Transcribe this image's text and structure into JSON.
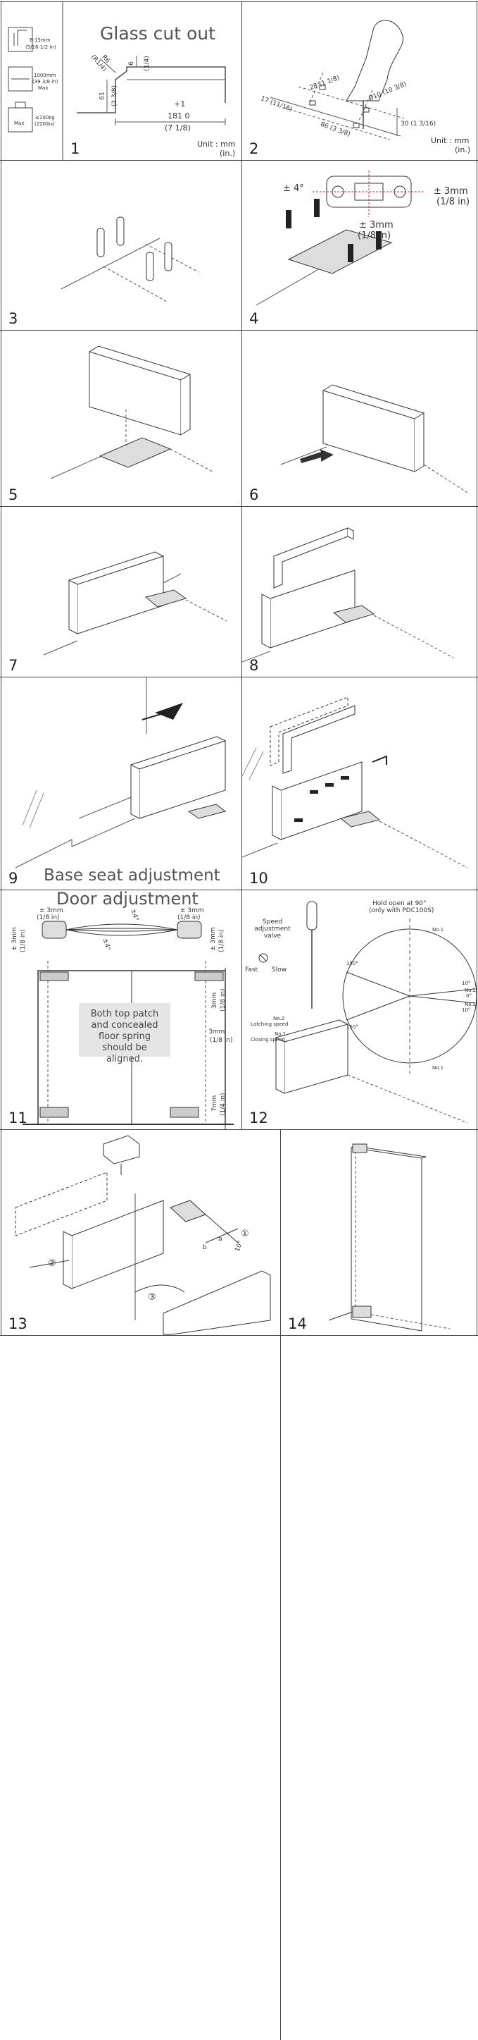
{
  "panels": {
    "p1": {
      "number": "1",
      "title": "Glass cut out",
      "glass_thickness": "8-13mm",
      "glass_thickness_in": "(5/16-1/2 in)",
      "door_width": "1000mm",
      "door_width_in": "(39 3/8 in)",
      "door_width_max": "Max",
      "weight_max_tag": "Max",
      "weight": "≤100kg",
      "weight_lbs": "(220lbs)",
      "dim_r": "R6",
      "dim_r_in": "(R1/4)",
      "dim_6": "6",
      "dim_6_in": "(1/4)",
      "dim_61": "61",
      "dim_61_in": "(2 3/8)",
      "dim_plus1": "+1",
      "dim_181": "181 0",
      "dim_181_in": "(7 1/8)",
      "unit": "Unit : mm",
      "unit_in": "(in.)"
    },
    "p2": {
      "number": "2",
      "dim_28": "28 (1 1/8)",
      "dim_d10": "Ø10 (10 3/8)",
      "dim_17": "17 (11/16)",
      "dim_86": "86 (3 3/8)",
      "dim_30": "30 (1 3/16)",
      "unit": "Unit : mm",
      "unit_in": "(in.)"
    },
    "p3": {
      "number": "3"
    },
    "p4": {
      "number": "4",
      "angle": "± 4°",
      "adj_side": "± 3mm",
      "adj_side_in": "(1/8 in)",
      "adj_bottom": "± 3mm",
      "adj_bottom_in": "(1/8 in)"
    },
    "p5": {
      "number": "5"
    },
    "p6": {
      "number": "6"
    },
    "p7": {
      "number": "7"
    },
    "p8": {
      "number": "8"
    },
    "p9": {
      "number": "9",
      "title": "Base seat adjustment"
    },
    "p10": {
      "number": "10"
    },
    "p11": {
      "number": "11",
      "title": "Door adjustment",
      "left_top": "± 3mm",
      "left_top_in": "(1/8 in)",
      "right_top": "± 3mm",
      "right_top_in": "(1/8 in)",
      "left_side": "± 3mm",
      "left_side_in": "(1/8 in)",
      "right_side": "± 3mm",
      "right_side_in": "(1/8 in)",
      "angle_a": "±4°",
      "angle_b": "±4°",
      "gap_top": "3mm",
      "gap_top_in": "(1/8 in)",
      "gap_mid": "3mm",
      "gap_mid_in": "(1/8 in)",
      "gap_bottom": "7mm",
      "gap_bottom_in": "(1/4 in)",
      "note": "Both top patch and concealed floor spring should be aligned."
    },
    "p12": {
      "number": "12",
      "hold_open": "Hold open at 90°",
      "hold_open_sub": "(only with PDC100S)",
      "valve": "Speed adjustment valve",
      "fast": "Fast",
      "slow": "Slow",
      "no2_latch": "No.2",
      "latching": "Latching speed",
      "no1_close": "No.1",
      "closing": "Closing speed",
      "deg150a": "150°",
      "deg150b": "150°",
      "deg10a": "10°",
      "deg0": "0°",
      "deg10b": "10°",
      "no1_top": "No.1",
      "no2_a": "No.2",
      "no2_b": "No.2",
      "no1_bottom": "No.1"
    },
    "p13": {
      "number": "13",
      "m1": "①",
      "m2": "②",
      "m3": "③",
      "a": "a",
      "b": "b",
      "deg": "10°"
    },
    "p14": {
      "number": "14"
    }
  }
}
